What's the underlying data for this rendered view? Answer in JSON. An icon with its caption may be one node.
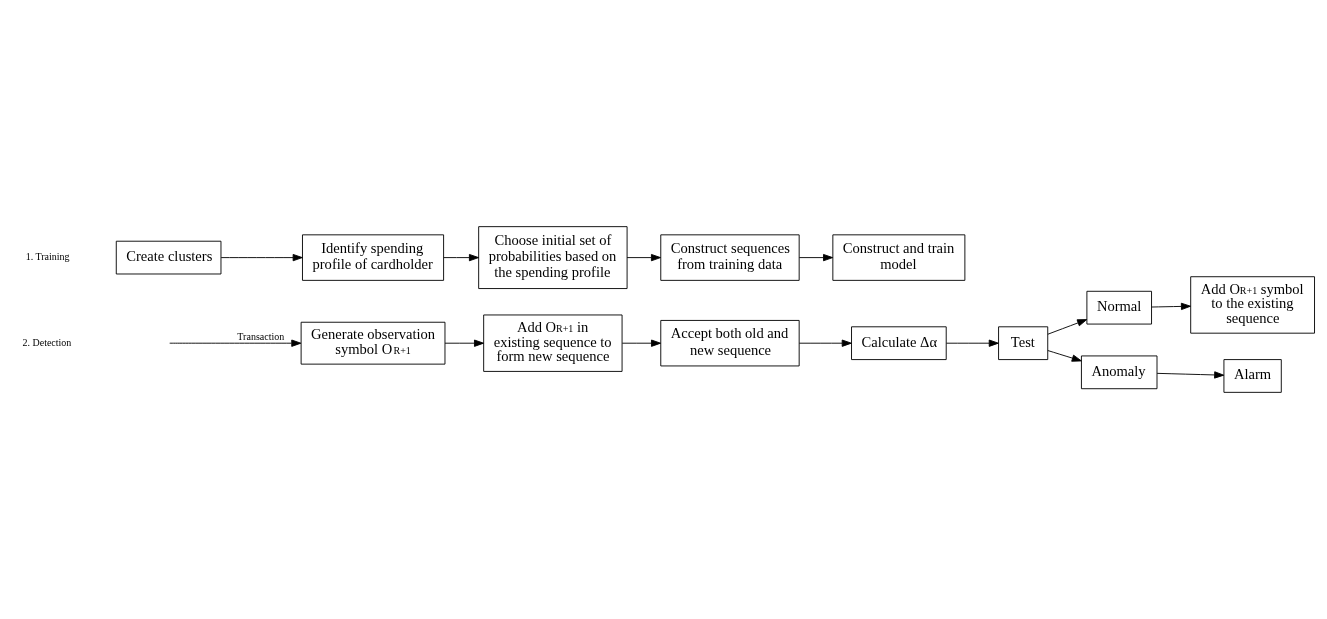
{
  "diagram": {
    "nodes": [
      {
        "text": [
          "Create clusters"
        ]
      },
      {
        "text": [
          "Identify spending profile of cardholder"
        ]
      },
      {
        "text": [
          "Choose initial set of probabilities based on the spending profile"
        ]
      },
      {
        "text": [
          "Construct sequences from training data"
        ]
      },
      {
        "text": [
          "Construct and train model"
        ]
      },
      {
        "text": [
          "Generate observation symbol O$_{R+1}$"
        ]
      },
      {
        "text": [
          "Add O$_{R+1}$ in existing sequence to form new sequence"
        ]
      },
      {
        "text": [
          "Accept both old and new sequence"
        ]
      },
      {
        "text": [
          "Calculate Δα"
        ]
      },
      {
        "text": [
          "Test"
        ]
      },
      {
        "text": [
          "Normal"
        ]
      },
      {
        "text": [
          "Anomaly"
        ]
      },
      {
        "text": [
          "Add O$_{R+1}$ symbol to the existing sequence"
        ]
      },
      {
        "text": [
          "Alarm"
        ]
      }
    ],
    "edges": [
      {
        "from": 0,
        "to": 1,
        "arrow": "to"
      },
      {
        "from": 1,
        "to": 2,
        "arrow": "to"
      },
      {
        "from": 2,
        "to": 3,
        "arrow": "to"
      },
      {
        "from": 3,
        "to": 4,
        "arrow": "to"
      },
      {
        "from": null,
        "to": 5,
        "arrow": "to",
        "label": "Transaction"
      },
      {
        "from": 5,
        "to": 6,
        "arrow": "to"
      },
      {
        "from": 6,
        "to": 7,
        "arrow": "to"
      },
      {
        "from": 7,
        "to": 8,
        "arrow": "to"
      },
      {
        "from": 8,
        "to": 9,
        "arrow": "to"
      },
      {
        "from": 9,
        "to": 10,
        "arrow": "to"
      },
      {
        "from": 9,
        "to": 11,
        "arrow": "to"
      },
      {
        "from": 10,
        "to": 12,
        "arrow": "to"
      },
      {
        "from": 11,
        "to": 13,
        "arrow": "to"
      }
    ],
    "labels": [
      "1. Training",
      "2. Detection"
    ]
  }
}
